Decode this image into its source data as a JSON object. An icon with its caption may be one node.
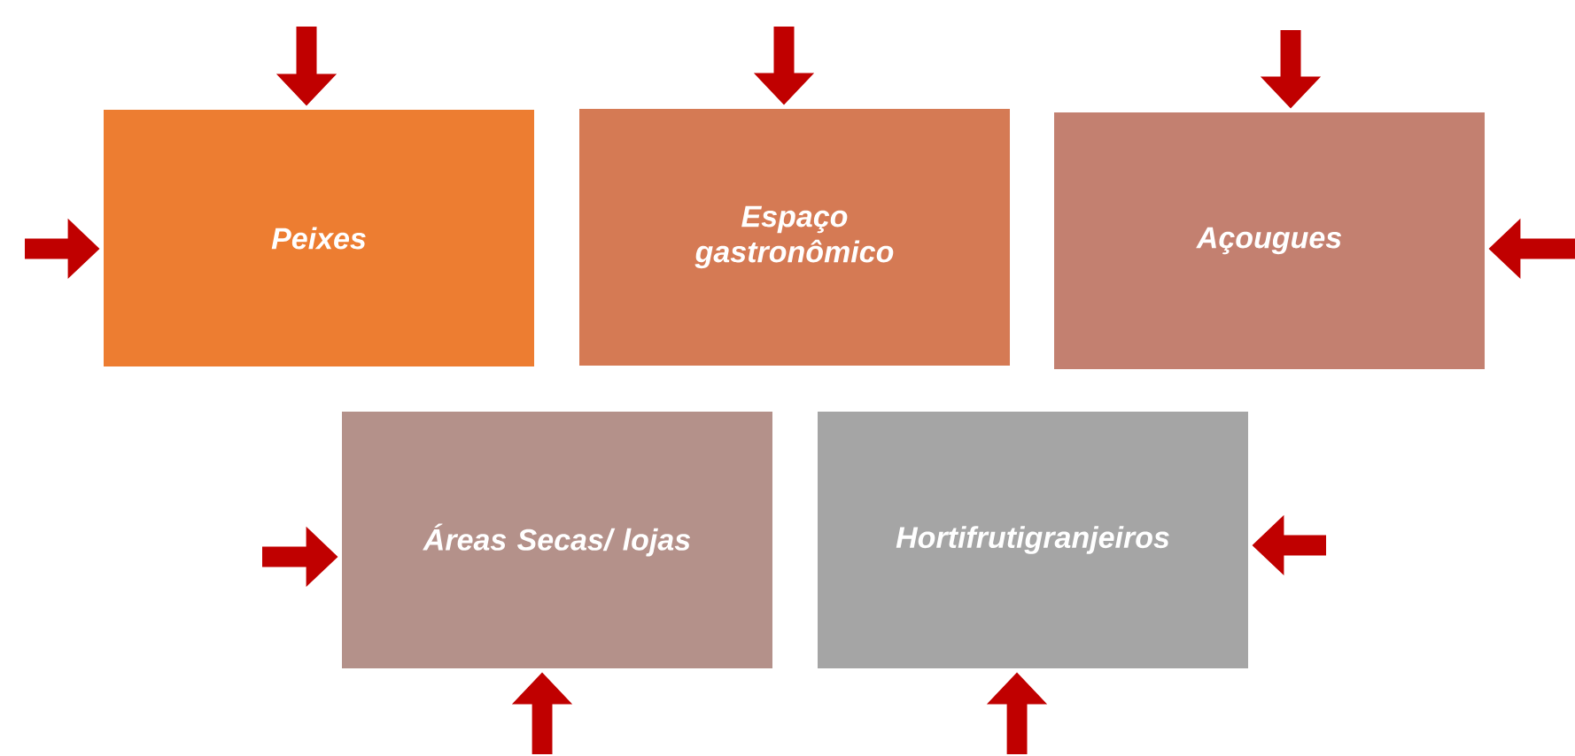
{
  "diagram": {
    "nodes": [
      {
        "text": [
          "Peixes"
        ]
      },
      {
        "text": [
          "Espaço gastronômico"
        ]
      },
      {
        "text": [
          "Açougues"
        ]
      },
      {
        "text": [
          "Áreas Secas/ lojas"
        ]
      },
      {
        "text": [
          "Hortifrutigranjeiros"
        ]
      }
    ],
    "edges": [
      {
        "from": null,
        "to": 0,
        "arrow": "to"
      },
      {
        "from": null,
        "to": 0,
        "arrow": "to"
      },
      {
        "from": null,
        "to": 1,
        "arrow": "to"
      },
      {
        "from": null,
        "to": 2,
        "arrow": "to"
      },
      {
        "from": null,
        "to": 2,
        "arrow": "to"
      },
      {
        "from": null,
        "to": 3,
        "arrow": "to"
      },
      {
        "from": null,
        "to": 3,
        "arrow": "to"
      },
      {
        "from": null,
        "to": 4,
        "arrow": "to"
      },
      {
        "from": null,
        "to": 4,
        "arrow": "to"
      }
    ]
  }
}
